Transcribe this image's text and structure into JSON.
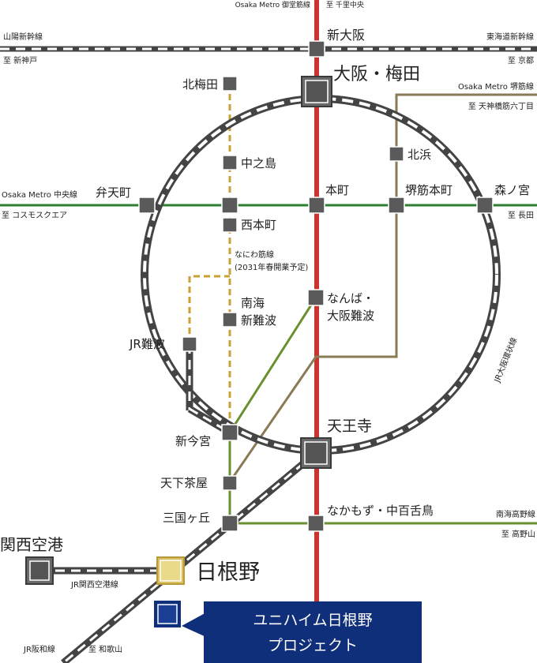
{
  "colors": {
    "midosuji": "#c9342f",
    "chuo": "#2e7d32",
    "sakaisuji": "#8a7a55",
    "nankai": "#6a8f2e",
    "naniwasuji": "#c9a233",
    "rail_dark": "#444444",
    "station": "#5a5a5a",
    "hinenoStation": "#d9c060",
    "project": "#102f7a",
    "text": "#222222"
  },
  "labels": {
    "midosuji_line": "Osaka Metro 御堂筋線",
    "senri": "至 千里中央",
    "sanyo_line": "山陽新幹線",
    "shinkobe": "至 新神戸",
    "tokaido_line": "東海道新幹線",
    "kyoto": "至 京都",
    "sakaisuji_line": "Osaka Metro 堺筋線",
    "tenjin": "至 天神橋筋六丁目",
    "chuo_line": "Osaka Metro 中央線",
    "cosmo": "至 コスモスクエア",
    "nagata": "至 長田",
    "loop_line": "JR大阪環状線",
    "naniwasuji_line": "なにわ筋線",
    "naniwasuji_note": "(2031年春開業予定)",
    "nankai_koya": "南海高野線",
    "koyasan": "至 高野山",
    "kanku_line": "JR関西空港線",
    "hanwa_line": "JR阪和線",
    "wakayama": "至 和歌山"
  },
  "stations": {
    "shinosaka": "新大阪",
    "umeda": "大阪・梅田",
    "kitaumeda": "北梅田",
    "nakanoshima": "中之島",
    "kitahama": "北浜",
    "bentencho": "弁天町",
    "nishihonmachi": "西本町",
    "honmachi": "本町",
    "sakaisujihonmachi": "堺筋本町",
    "morinomiya": "森ノ宮",
    "nankai_namba_1": "南海",
    "nankai_namba_2": "新難波",
    "namba_1": "なんば・",
    "namba_2": "大阪難波",
    "jrnamba": "JR難波",
    "shinimamiya": "新今宮",
    "tennoji": "天王寺",
    "tengachaya": "天下茶屋",
    "mikunigaoka": "三国ヶ丘",
    "nakamozu": "なかもず・中百舌鳥",
    "kanku": "関西空港",
    "hineno": "日根野"
  },
  "project": {
    "line1": "ユニハイム日根野",
    "line2": "プロジェクト"
  }
}
